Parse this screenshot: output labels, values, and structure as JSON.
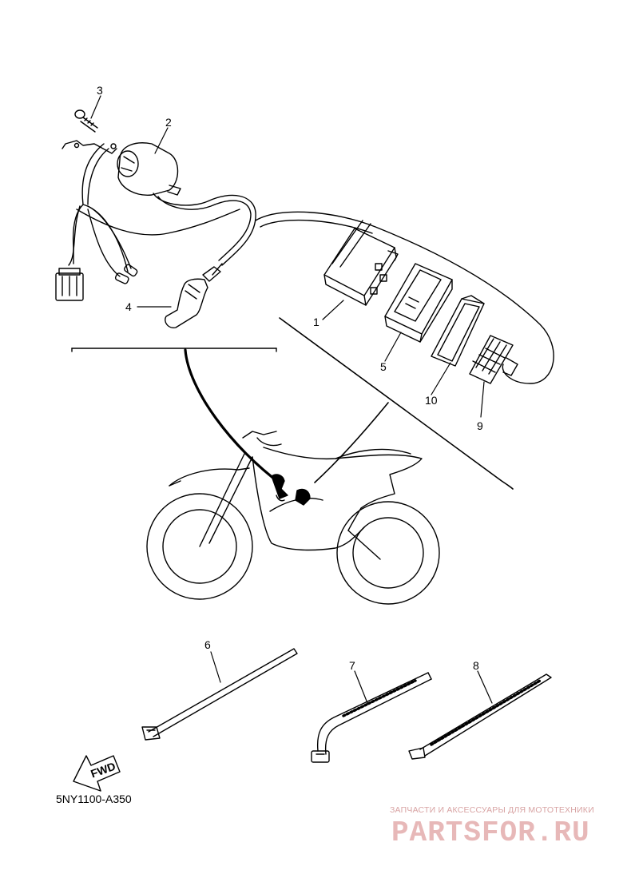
{
  "callouts": {
    "c1": "1",
    "c2": "2",
    "c3": "3",
    "c4": "4",
    "c5": "5",
    "c6": "6",
    "c7": "7",
    "c8": "8",
    "c9": "9",
    "c10": "10"
  },
  "fwd_label": "FWD",
  "diagram_code": "5NY1100-A350",
  "watermark": {
    "tagline": "ЗАПЧАСТИ И АКСЕССУАРЫ ДЛЯ МОТОТЕХНИКИ",
    "logo": "PARTSFOR.RU",
    "color": "#e7b8b8"
  },
  "colors": {
    "line": "#000000",
    "background": "#ffffff"
  }
}
